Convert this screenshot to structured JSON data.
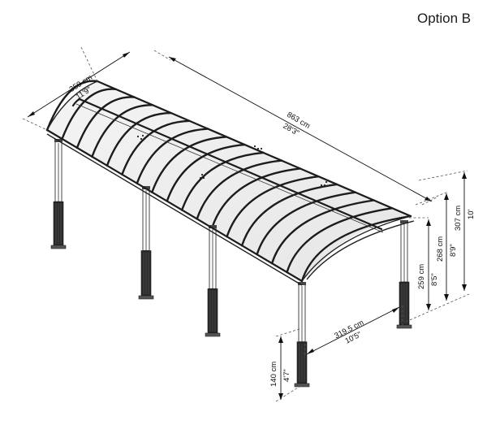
{
  "option_label": "Option B",
  "dimensions": {
    "width_cm": "359 cm",
    "width_ft": "11'9\"",
    "length_cm": "863 cm",
    "length_ft": "28'3\"",
    "height_low_cm": "259 cm",
    "height_low_ft": "8'5\"",
    "height_mid_cm": "268 cm",
    "height_mid_ft": "8'9\"",
    "height_top_cm": "307 cm",
    "height_top_ft": "10'",
    "post_spacing_cm": "319.5 cm",
    "post_spacing_ft": "10'5\"",
    "base_height_cm": "140 cm",
    "base_height_ft": "4'7\""
  }
}
